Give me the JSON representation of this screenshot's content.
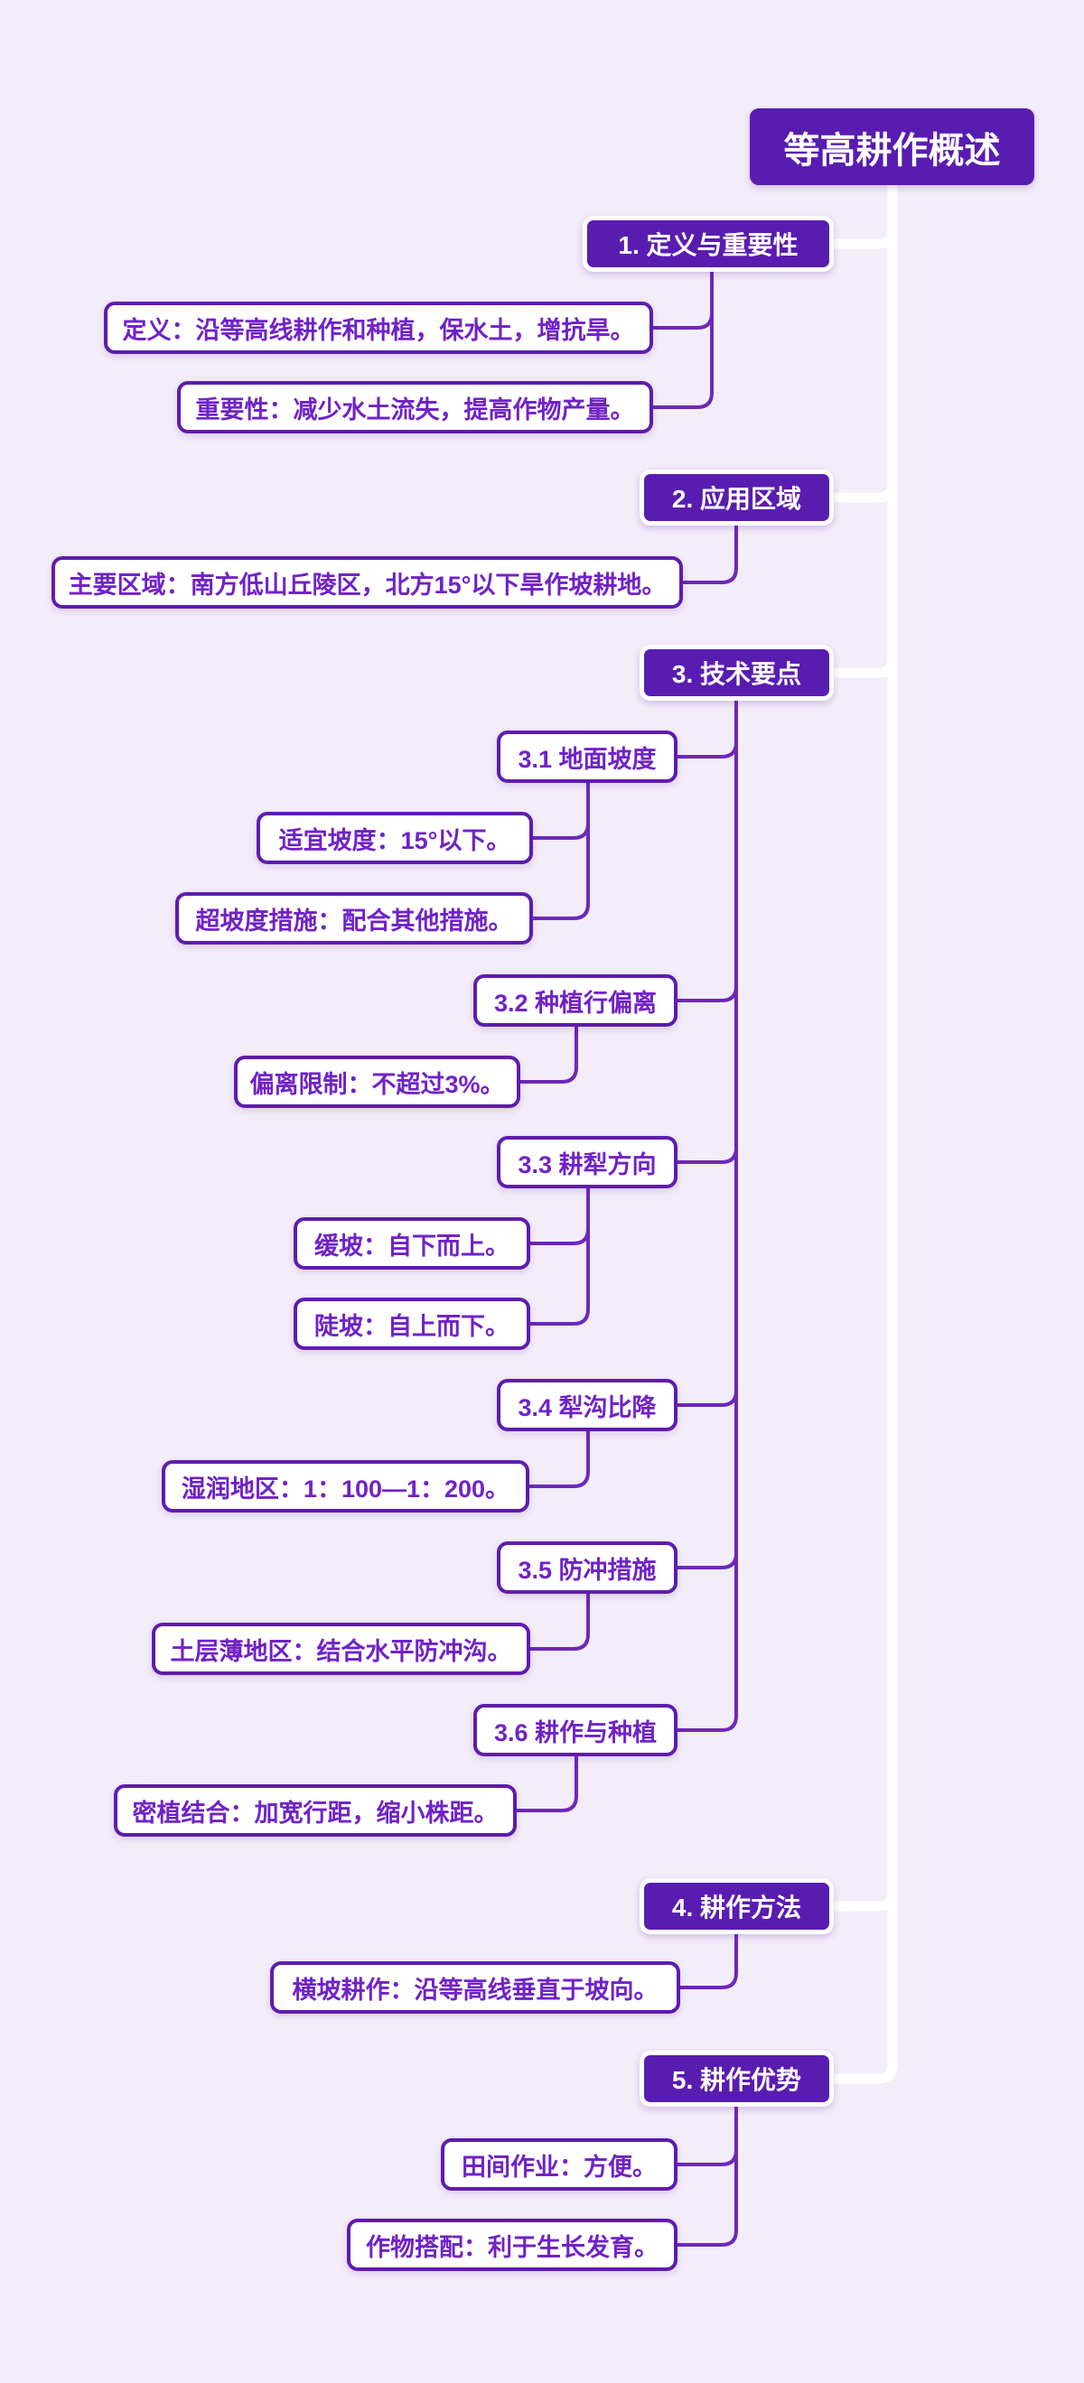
{
  "colors": {
    "background": "#f3ecf9",
    "topic_fill": "#591cb1",
    "topic_text": "#ffffff",
    "leaf_border": "#5e1cae",
    "leaf_text": "#7022c8",
    "connector_main": "#ffffff",
    "connector_sub": "#6d28b8"
  },
  "mindmap": {
    "root": {
      "label": "等高耕作概述"
    },
    "branches": [
      {
        "label": "1. 定义与重要性",
        "children": [
          {
            "label": "定义：沿等高线耕作和种植，保水土，增抗旱。"
          },
          {
            "label": "重要性：减少水土流失，提高作物产量。"
          }
        ]
      },
      {
        "label": "2. 应用区域",
        "children": [
          {
            "label": "主要区域：南方低山丘陵区，北方15°以下旱作坡耕地。"
          }
        ]
      },
      {
        "label": "3. 技术要点",
        "children": [
          {
            "label": "3.1 地面坡度",
            "children": [
              {
                "label": "适宜坡度：15°以下。"
              },
              {
                "label": "超坡度措施：配合其他措施。"
              }
            ]
          },
          {
            "label": "3.2 种植行偏离",
            "children": [
              {
                "label": "偏离限制：不超过3%。"
              }
            ]
          },
          {
            "label": "3.3 耕犁方向",
            "children": [
              {
                "label": "缓坡：自下而上。"
              },
              {
                "label": "陡坡：自上而下。"
              }
            ]
          },
          {
            "label": "3.4 犁沟比降",
            "children": [
              {
                "label": "湿润地区：1：100—1：200。"
              }
            ]
          },
          {
            "label": "3.5 防冲措施",
            "children": [
              {
                "label": "土层薄地区：结合水平防冲沟。"
              }
            ]
          },
          {
            "label": "3.6 耕作与种植",
            "children": [
              {
                "label": "密植结合：加宽行距，缩小株距。"
              }
            ]
          }
        ]
      },
      {
        "label": "4. 耕作方法",
        "children": [
          {
            "label": "横坡耕作：沿等高线垂直于坡向。"
          }
        ]
      },
      {
        "label": "5. 耕作优势",
        "children": [
          {
            "label": "田间作业：方便。"
          },
          {
            "label": "作物搭配：利于生长发育。"
          }
        ]
      }
    ]
  }
}
